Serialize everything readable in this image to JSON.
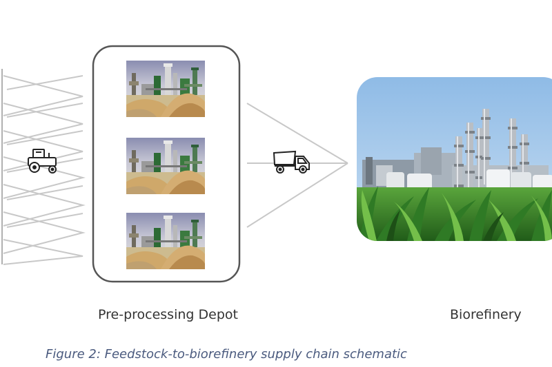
{
  "diagram": {
    "nodes": {
      "depot": {
        "label": "Pre-processing Depot",
        "image_count": 3
      },
      "biorefinery": {
        "label": "Biorefinery"
      }
    },
    "transport": {
      "farm_to_depot": {
        "icon": "tractor-icon"
      },
      "depot_to_biorefinery": {
        "icon": "truck-icon"
      }
    },
    "colors": {
      "line": "#c8c8c8",
      "box_border": "#555555",
      "caption": "#4a5a7e",
      "sky": "#9fc6ec",
      "crop": "#3f8a2c"
    }
  },
  "caption": "Figure 2: Feedstock-to-biorefinery supply chain schematic"
}
